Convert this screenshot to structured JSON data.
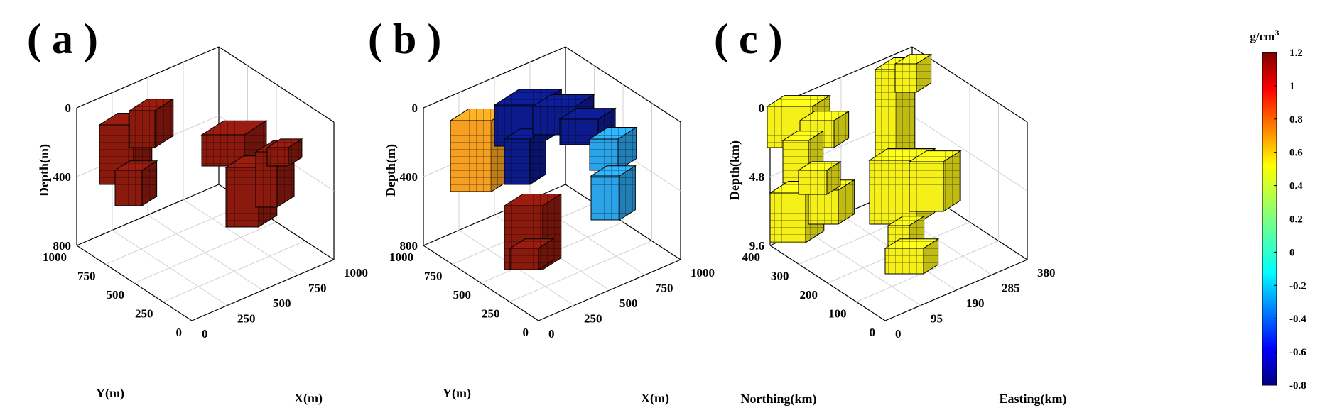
{
  "colorbar": {
    "title_base": "g/cm",
    "title_sup": "3",
    "min": -0.8,
    "max": 1.2,
    "ticks": [
      "1.2",
      "1",
      "0.8",
      "0.6",
      "0.4",
      "0.2",
      "0",
      "-0.2",
      "-0.4",
      "-0.6",
      "-0.8"
    ]
  },
  "chart_data": [
    {
      "type": "3d-voxel",
      "panel_label": "( a )",
      "depth_label": "Depth(m)",
      "x_label": "X(m)",
      "y_label": "Y(m)",
      "depth_ticks": [
        "0",
        "400",
        "800"
      ],
      "x_ticks": [
        "0",
        "250",
        "500",
        "750",
        "1000"
      ],
      "y_ticks": [
        "0",
        "250",
        "500",
        "750",
        "1000"
      ],
      "bodies": [
        {
          "density": 1.2,
          "color": "#8b1a0e"
        },
        {
          "density": 1.2,
          "color": "#8b1a0e"
        }
      ]
    },
    {
      "type": "3d-voxel",
      "panel_label": "( b )",
      "depth_label": "Depth(m)",
      "x_label": "X(m)",
      "y_label": "Y(m)",
      "depth_ticks": [
        "0",
        "400",
        "800"
      ],
      "x_ticks": [
        "0",
        "250",
        "500",
        "750",
        "1000"
      ],
      "y_ticks": [
        "0",
        "250",
        "500",
        "750",
        "1000"
      ],
      "bodies": [
        {
          "density": 0.6,
          "color": "#f5a020"
        },
        {
          "density": -0.8,
          "color": "#0c1a8a"
        },
        {
          "density": -0.1,
          "color": "#2ba3e8"
        },
        {
          "density": 1.2,
          "color": "#8b1a0e"
        }
      ]
    },
    {
      "type": "3d-voxel",
      "panel_label": "( c )",
      "depth_label": "Depth(km)",
      "x_label": "Easting(km)",
      "y_label": "Northing(km)",
      "depth_ticks": [
        "0",
        "4.8",
        "9.6"
      ],
      "x_ticks": [
        "0",
        "95",
        "190",
        "285",
        "380"
      ],
      "y_ticks": [
        "0",
        "100",
        "200",
        "300",
        "400"
      ],
      "bodies": [
        {
          "density": 0.45,
          "color": "#f5f018"
        },
        {
          "density": 0.45,
          "color": "#f5f018"
        }
      ]
    }
  ]
}
